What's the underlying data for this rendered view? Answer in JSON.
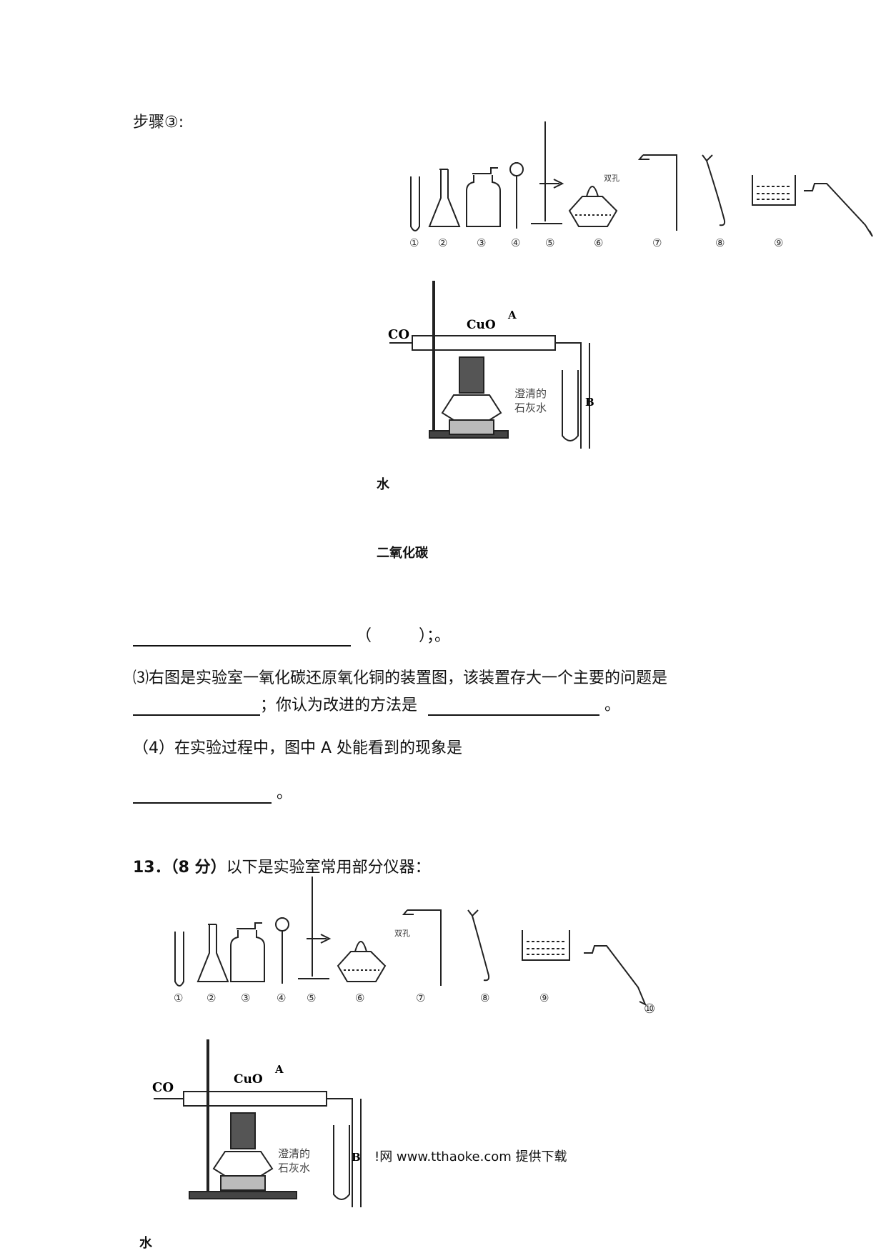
{
  "step_label": "步骤③:",
  "instruments_top": {
    "labels": [
      "①",
      "②",
      "③",
      "④",
      "⑤",
      "⑥",
      "⑦",
      "⑧",
      "⑨"
    ],
    "shuangkong": "双孔"
  },
  "apparatus": {
    "co": "CO",
    "cuo": "CuO",
    "a": "A",
    "b": "B",
    "limewater_line1": "澄清的",
    "limewater_line2": "石灰水"
  },
  "label_water": "水",
  "label_co2": "二氧化碳",
  "line_blank_paren": "（　　　）；。",
  "q3_line1": "⑶右图是实验室一氧化碳还原氧化铜的装置图，该装置存大一个主要的问题是",
  "q3_line2_mid": "；你认为改进的方法是",
  "q3_line2_end": "。",
  "q4_line": "（4）在实验过程中，图中 A 处能看到的现象是",
  "q4_end": "。",
  "q13": {
    "number": "13．",
    "score": "（8 分）",
    "text": "以下是实验室常用部分仪器："
  },
  "instruments_bottom": {
    "labels": [
      "①",
      "②",
      "③",
      "④",
      "⑤",
      "⑥",
      "⑦",
      "⑧",
      "⑨",
      "⑩"
    ],
    "shuangkong": "双孔"
  },
  "watermark": "!网 www.tthaoke.com 提供下载",
  "label_water_bottom": "水"
}
